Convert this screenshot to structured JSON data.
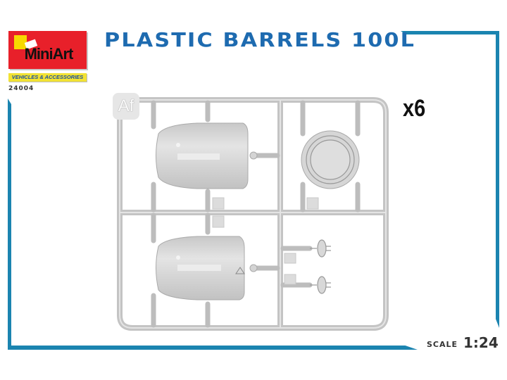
{
  "brand": {
    "name": "MiniArt",
    "category": "VEHICLES & ACCESSORIES",
    "kit_number": "24004",
    "colors": {
      "red": "#e8202a",
      "yellow": "#f7d800",
      "subtitle_text": "#1a4fa0"
    }
  },
  "header": {
    "title": "PLASTIC BARRELS 100L",
    "title_color": "#1e6bb0"
  },
  "sprue": {
    "label": "Af",
    "quantity": "x6",
    "parts": [
      "barrel-half-upper",
      "barrel-half-lower",
      "barrel-lid",
      "barrel-key-1",
      "barrel-key-2"
    ]
  },
  "footer": {
    "scale_label": "SCALE",
    "scale_value": "1:24"
  },
  "frame_color": "#1b84b0"
}
